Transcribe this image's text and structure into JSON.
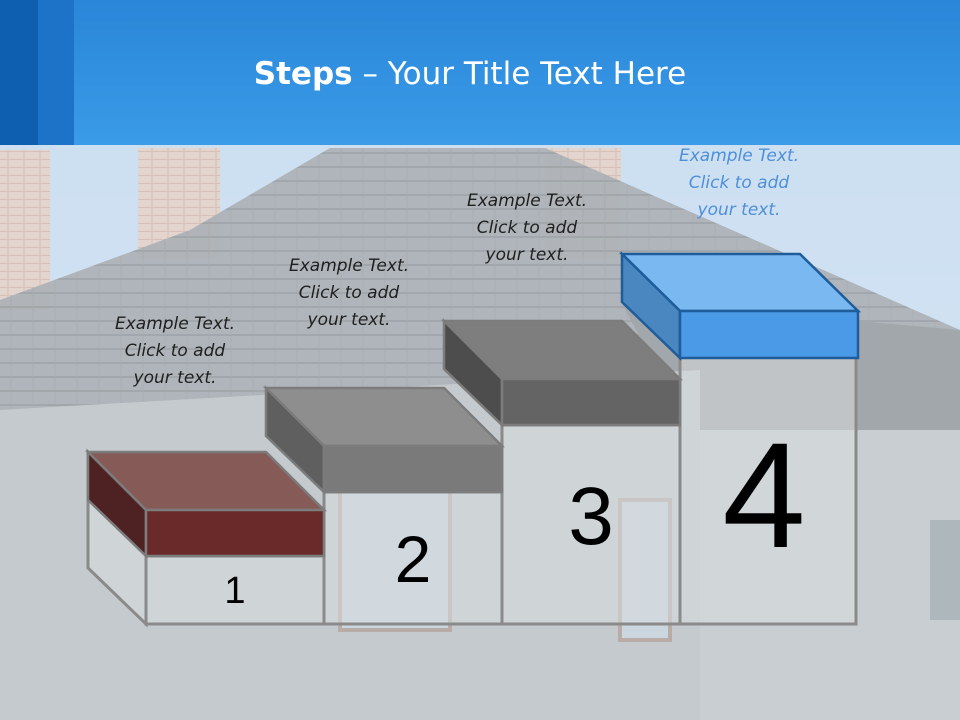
{
  "title": {
    "bold": "Steps",
    "rest": " – Your Title Text Here"
  },
  "steps": [
    {
      "number": "1",
      "text": [
        "Example Text.",
        "Click  to add",
        "your text."
      ],
      "color": "#6b2a2a"
    },
    {
      "number": "2",
      "text": [
        "Example Text.",
        "Click  to add",
        "your text."
      ],
      "color": "#7a7a7a"
    },
    {
      "number": "3",
      "text": [
        "Example Text.",
        "Click  to add",
        "your text."
      ],
      "color": "#6a6a6a"
    },
    {
      "number": "4",
      "text": [
        "Example Text.",
        "Click  to add",
        "your text."
      ],
      "color": "#4a9ae8"
    }
  ],
  "colors": {
    "header": "#2a86d8",
    "header_dark": "#0f5fb0",
    "title_text": "#ffffff"
  }
}
